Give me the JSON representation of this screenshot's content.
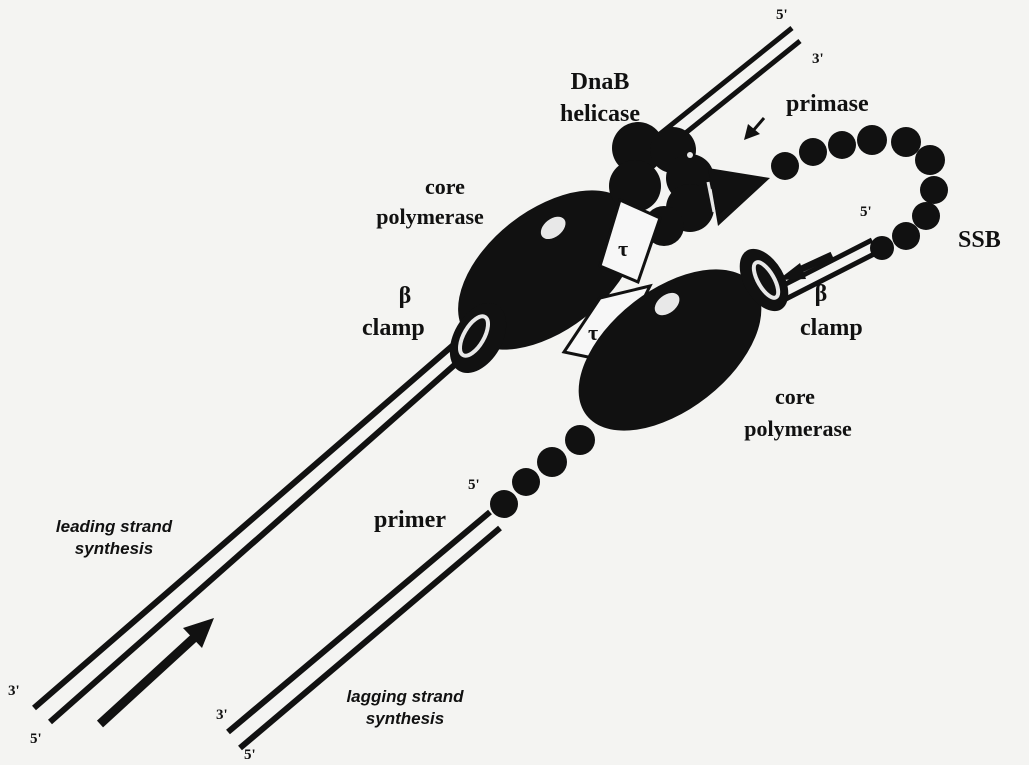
{
  "labels": {
    "top_5": "5'",
    "top_3": "3'",
    "dnab_line1": "DnaB",
    "dnab_line2": "helicase",
    "primase": "primase",
    "core_top_line1": "core",
    "core_top_line2": "polymerase",
    "ssb": "SSB",
    "lag_5": "5'",
    "beta_left_line1": "β",
    "beta_left_line2": "clamp",
    "tau_upper": "τ",
    "tau_lower": "τ",
    "beta_right_line1": "β",
    "beta_right_line2": "clamp",
    "core_bottom_line1": "core",
    "core_bottom_line2": "polymerase",
    "primer_5": "5'",
    "primer": "primer",
    "leading_line1": "leading strand",
    "leading_line2": "synthesis",
    "lagging_line1": "lagging strand",
    "lagging_line2": "synthesis",
    "lead_3": "3'",
    "lead_5": "5'",
    "lag_3_bottom": "3'",
    "lag_5_bottom": "5'"
  },
  "colors": {
    "ink": "#111111",
    "background": "#f4f4f2",
    "highlight": "#e8e8e8"
  }
}
